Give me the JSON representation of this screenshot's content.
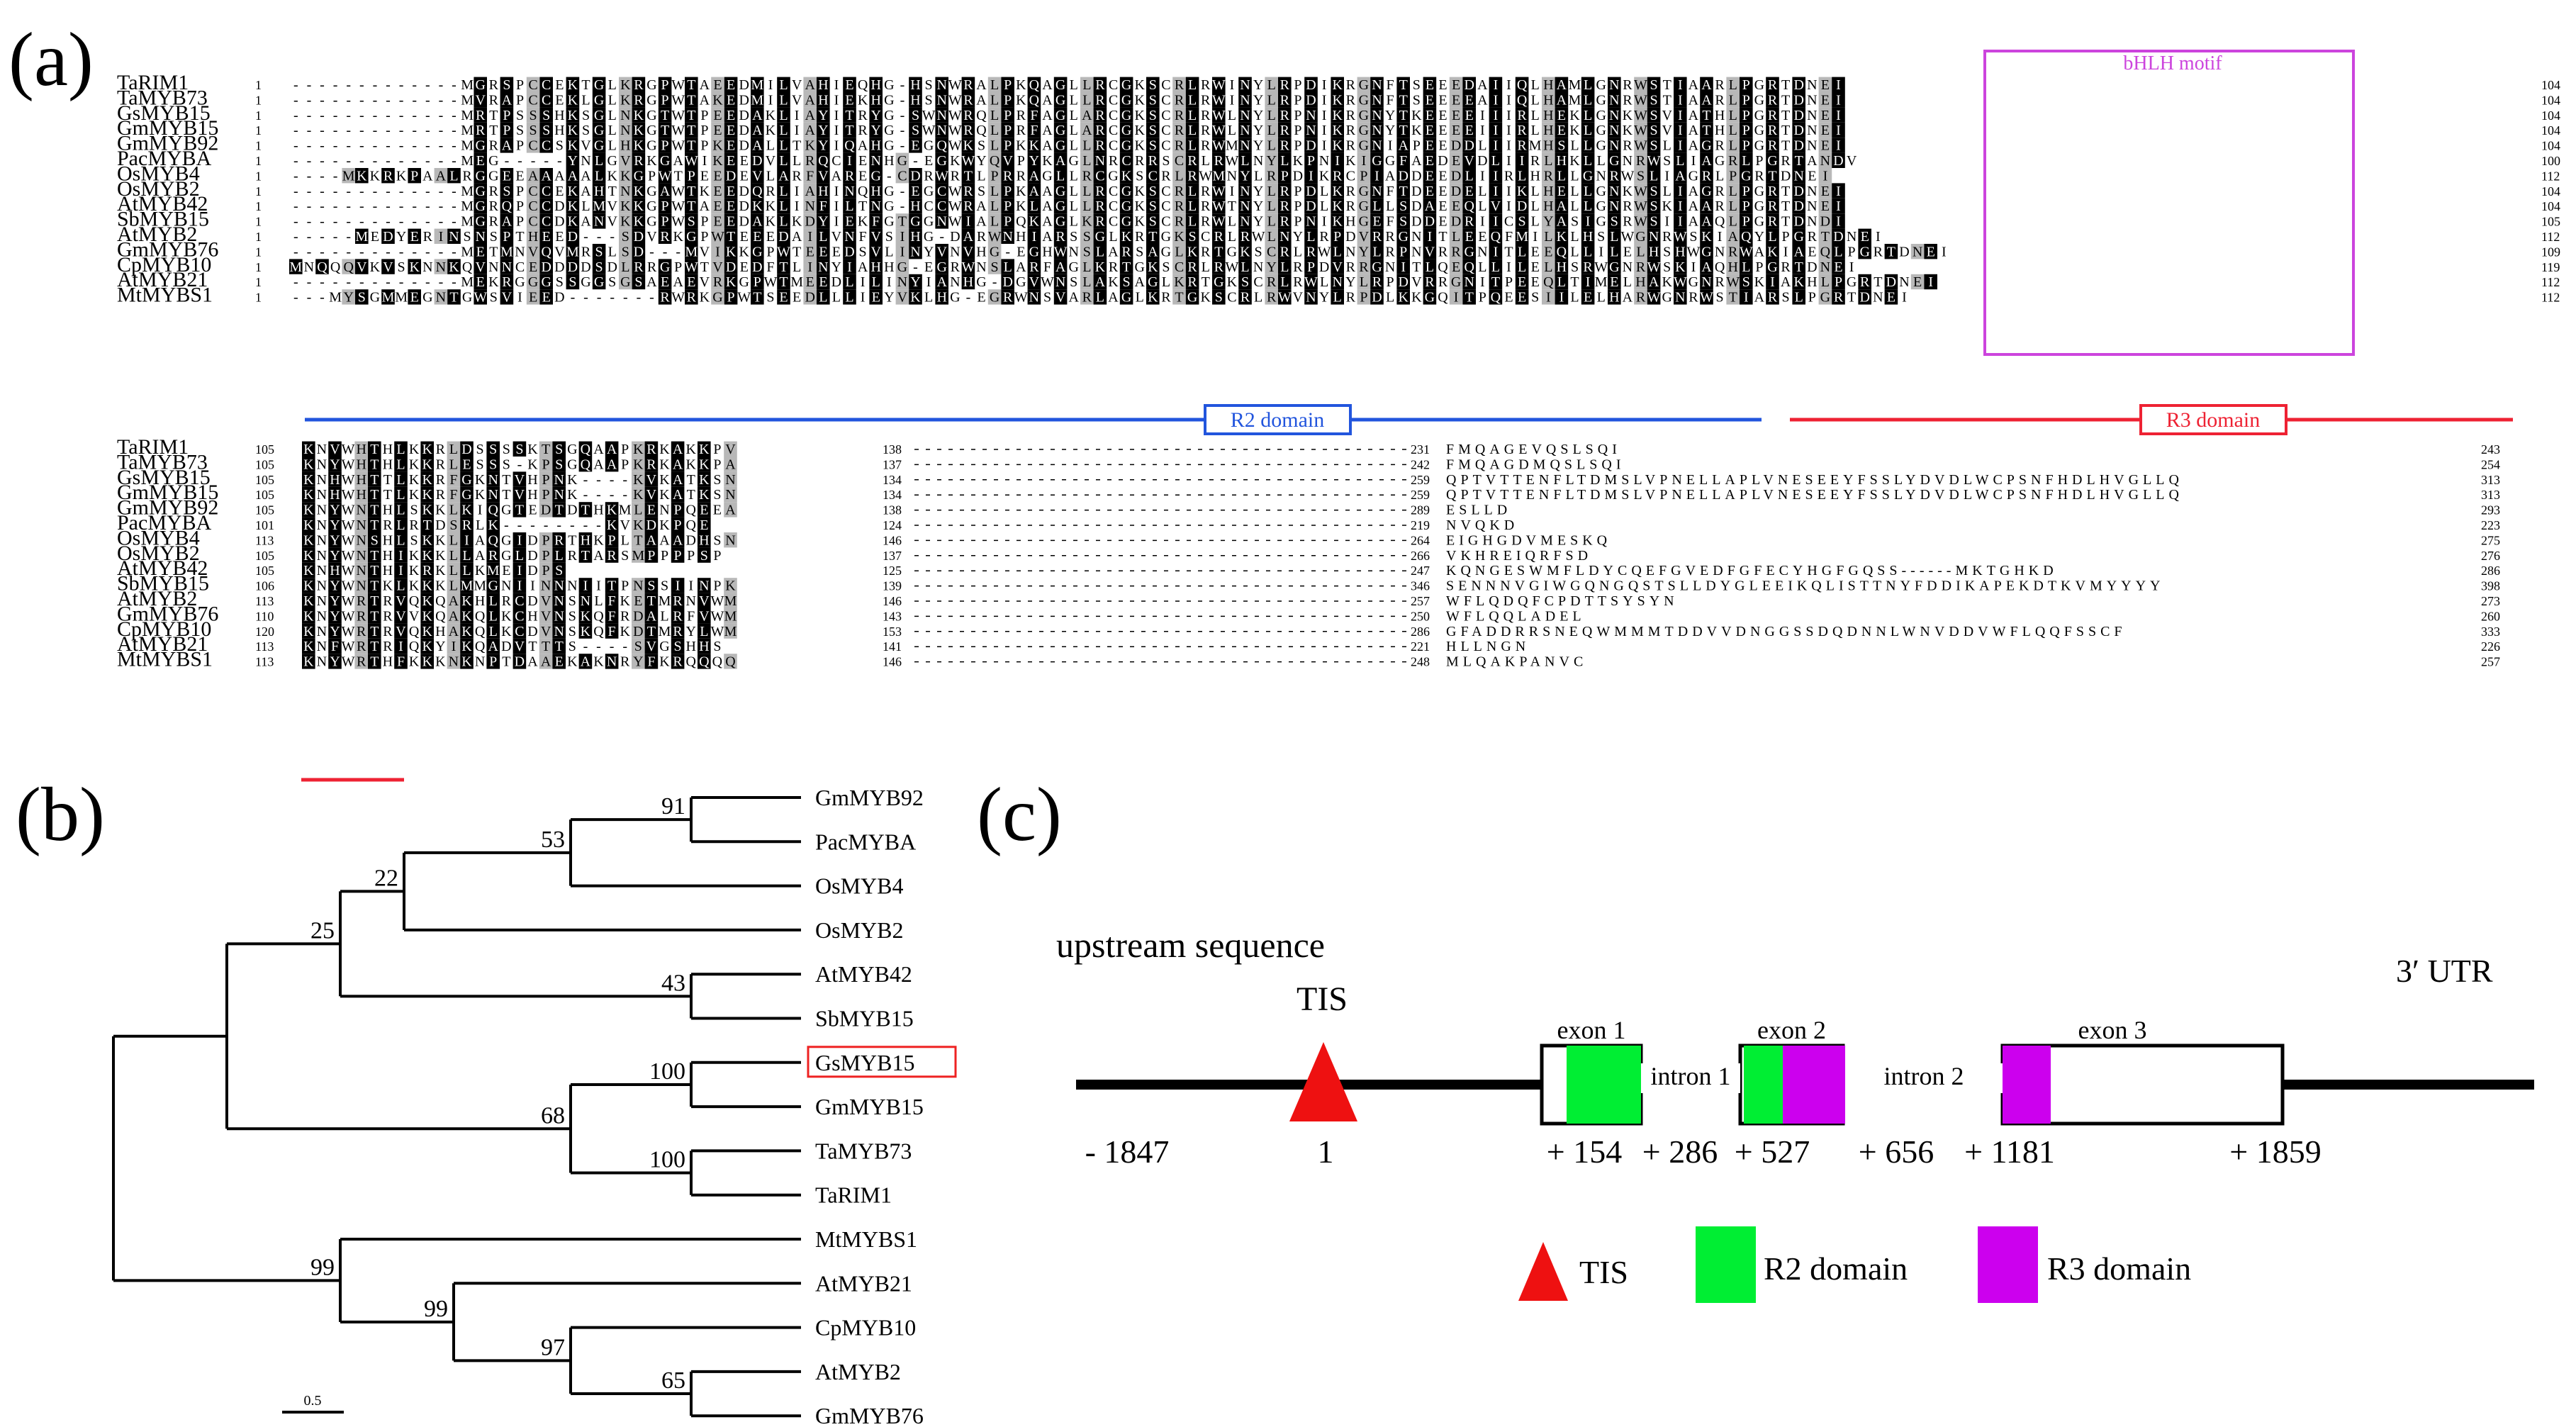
{
  "figure": {
    "panel_labels": [
      "(a)",
      "(b)",
      "(c)"
    ]
  },
  "alignment": {
    "block1": {
      "names": [
        "TaRIM1",
        "TaMYB73",
        "GsMYB15",
        "GmMYB15",
        "GmMYB92",
        "PacMYBA",
        "OsMYB4",
        "OsMYB2",
        "AtMYB42",
        "SbMYB15",
        "AtMYB2",
        "GmMYB76",
        "CpMYB10",
        "AtMYB21",
        "MtMYBS1"
      ],
      "starts": [
        "1",
        "1",
        "1",
        "1",
        "1",
        "1",
        "1",
        "1",
        "1",
        "1",
        "1",
        "1",
        "1",
        "1",
        "1"
      ],
      "ends": [
        "104",
        "104",
        "104",
        "104",
        "104",
        "100",
        "112",
        "104",
        "104",
        "105",
        "112",
        "109",
        "119",
        "112",
        "112"
      ],
      "sequences": [
        "-------------MGRSPCCEKTGLKRGPWTAEEDMILVAHIEQHG-HSNWRALPKQAGLLRCGKSCRLRWINYLRPDIKRGNFTSEEEDAIIQLHAMLGNRWSTIAARLPGRTDNEI",
        "-------------MVRAPCCEKLGLKRGPWTAKEDMILVAHIEKHG-HSNWRALPKQAGLLRCGKSCRLRWINYLRPDIKRGNFTSEEEEAIIQLHAMLGNRWSTIAARLPGRTDNEI",
        "-------------MRTPSSSHKSGLNKGTWTPEEDAKLIAYITRYG-SWNWRQLPRFAGLARCGKSCRLRWLNYLRPNIKRGNYTKEEEEIIIRLHEKLGNKWSVIATHLPGRTDNEI",
        "-------------MRTPSSSHKSGLNKGTWTPEEDAKLIAYITRYG-SWNWRQLPRFAGLARCGKSCRLRWLNYLRPNIKRGNYTKEEEEIIIRLHEKLGNKWSVIATHLPGRTDNEI",
        "-------------MGRAPCCSKVGLHKGPWTPKEDALLTKYIQAHG-EGQWKSLPKKAGLLRCGKSCRLRWMNYLRPDIKRGNIAPEEDDLIIRMHSLLGNRWSLIAGRLPGRTDNEI",
        "-------------MEG-----YNLGVRKGAWIKEEDVLLRQCIENHG-EGKWYQVPYKAGLNRCRRSCRLRWLNYLKPNIKIGGFAEDEVDLIIRLHKLLGNRWSLIAGRLPGRTANDV",
        "----MKKRKPAALRGGEEAAAAALKKGPWTPEEDEVLARFVAREG-CDRWRTLPRRAGLLRCGKSCRLRWMNYLRPDIKRCPIADDEEDLIIRLHRLLGNRWSLIAGRLPGRTDNEI",
        "-------------MGRSPCCEKAHTNKGAWTKEEDQRLIAHINQHG-EGCWRSLPKAAGLLRCGKSCRLRWINYLRPDLKRGNFTDEEDELIIKLHELLGNKWSLIAGRLPGRTDNEI",
        "-------------MGRQPCCDKLMVKKGPWTAEEDKKLINFILTNG-HCCWRALPKLAGLLRCGKSCRLRWTNYLRPDLKRGLLSDAEEQLVIDLHALLGNRWSKIAARLPGRTDNEI",
        "-------------MGRAPCCDKANVKKGPWSPEEDAKLKDYIEKFGTGGNWIALPQKAGLKRCGKSCRLRWLNYLRPNIKHGEFSDDEDRIICSLYASIGSRWSIIAAQLPGRTDNDI",
        "-----MEDYERINSNSPTHEED---SDVRKGPWTEEEDAILVNFVSIHG-DARWNHIARSSGLKRTGKSCRLRWLNYLRPDVRRGNITLEEQFMILKLHSLWGNRWSKIAQYLPGRTDNEI",
        "-------------METMNVQVMRSLSD---MVIKKGPWTEEEDSVLINYVNVHG-EGHWNSLARSAGLKRTGKSCRLRWLNYLRPNVRRGNITLEEQLLILELHSHWGNRWAKIAEQLPGRTDNEI",
        "MNQQQVKVSKNNKQVNNCEDDDDSDLRRGPWTVDEDFTLINYIAHHG-EGRWNSLARFAGLKRTGKSCRLRWLNYLRPDVRRGNITLQEQLLILELHSRWGNRWSKIAQHLPGRTDNEI",
        "-------------MEKRGGGSSGGSGSAEAEVRKGPWTMEEDLILINYIANHG-DGVWNSLAKSAGLKRTGKSCRLRWLNYLRPDVRRGNITPEEQLTIMELHAKWGNRWSKIAKHLPGRTDNEI",
        "---MYSGMMEGNTGWSVIEED-------RWRKGPWTSEEDLLLIEYVKLHG-EGRWNSVARLAGLKRTGKSCRLRWVNYLRPDLKKGQITPQEESIILELHARWGNRWSTIARSLPGRTDNEI"
      ],
      "motif_label": "bHLH motif",
      "domain_labels": [
        "R2 domain",
        "R3 domain"
      ]
    },
    "block2": {
      "names": [
        "TaRIM1",
        "TaMYB73",
        "GsMYB15",
        "GmMYB15",
        "GmMYB92",
        "PacMYBA",
        "OsMYB4",
        "OsMYB2",
        "AtMYB42",
        "SbMYB15",
        "AtMYB2",
        "GmMYB76",
        "CpMYB10",
        "AtMYB21",
        "MtMYBS1"
      ],
      "starts": [
        "105",
        "105",
        "105",
        "105",
        "105",
        "101",
        "113",
        "105",
        "105",
        "106",
        "113",
        "110",
        "120",
        "113",
        "113"
      ],
      "left_seqs": [
        "KNVWHTHLKKRLDSSSSKTSGQAAPKRKAKKPV",
        "KNYWHTHLKKRLESSS-KPSGQAAPKRKAKKPA",
        "KNHWHTTLKKRFGKNTVHPNK----KVKATKSN",
        "KNHWHTTLKKRFGKNTVHPNK----KVKATKSN",
        "KNYWNTHLSKKLKIQGTEDTDTHKMLENPQEEA",
        "KNYWNTRLRTDSRLK--------KVKDKPQE",
        "KNYWNSHLSKKLIAQGIDPRTHKPLTAAADHSN",
        "KNYWNTHIKKKLLARGLDPLRTARSMPPPPSP",
        "KNHWNTHIKRKLLKMEIDPS",
        "KNYWNTKLKKKLMMGNIINNNIITPNSSIINPK",
        "KNYWRTRVQKQAKHLRCDVNSNLFKETMRNVWM",
        "KNYWRTRVVKQAKQLKCHVNSKQFRDALRFVWM",
        "KNYWRTRVQKHAKQLKCDVNSKQFKDTMRYLWM",
        "KNFWRTRIQKYIKQADVTTTS----SVGSHHS",
        "KNYWRTHFKKKNKNPTDAAEKAKNRYFKRQQQQ"
      ],
      "mid_a": [
        "138",
        "137",
        "134",
        "134",
        "138",
        "124",
        "146",
        "137",
        "125",
        "139",
        "146",
        "143",
        "153",
        "141",
        "146"
      ],
      "mid_b": [
        "231",
        "242",
        "259",
        "259",
        "289",
        "219",
        "264",
        "266",
        "247",
        "346",
        "257",
        "250",
        "286",
        "221",
        "248"
      ],
      "right_seqs": [
        "FMQAGEVQSLSQI",
        "FMQAGDMQSLSQI",
        "QPTVTTENFLTDMSLVPNELLAPLVNESEEYFSSLYDVDLWCPSNFHDLHVGLLQ",
        "QPTVTTENFLTDMSLVPNELLAPLVNESEEYFSSLYDVDLWCPSNFHDLHVGLLQ",
        "ESLLD",
        "NVQKD",
        "EIGHGDVMESKQ",
        "VKHREIQRFSD",
        "KQNGESWMFLDYCQEFGVEDFGFECYHGFGQSS------MKTGHKD",
        "SENNNVGIWGQNGQSTSLLDYGLEEIKQLISTTNYFDDIKAPEKDTKVMYYYY",
        "WFLQDQFCPDTTSYSYN",
        "WFLQQLADEL",
        "GFADDRRSNEQWMMMTDDVVDNGGSSDQDNNLWNVDDVWFLQQFSSCF",
        "HLLNGN",
        "MLQAKPANVC"
      ],
      "ends": [
        "243",
        "254",
        "313",
        "313",
        "293",
        "223",
        "275",
        "276",
        "286",
        "398",
        "273",
        "260",
        "333",
        "226",
        "257"
      ]
    }
  },
  "tree": {
    "leaves": [
      "GmMYB92",
      "PacMYBA",
      "OsMYB4",
      "OsMYB2",
      "AtMYB42",
      "SbMYB15",
      "GsMYB15",
      "GmMYB15",
      "TaMYB73",
      "TaRIM1",
      "MtMYBS1",
      "AtMYB21",
      "CpMYB10",
      "AtMYB2",
      "GmMYB76"
    ],
    "highlighted": "GsMYB15",
    "bootstrap": [
      "91",
      "53",
      "22",
      "25",
      "43",
      "100",
      "68",
      "100",
      "99",
      "99",
      "97",
      "65"
    ],
    "scale_label": "0.5"
  },
  "gene": {
    "upstream_label": "upstream sequence",
    "utr_label": "3′ UTR",
    "tis_label": "TIS",
    "exon_labels": [
      "exon 1",
      "exon 2",
      "exon 3"
    ],
    "intron_labels": [
      "intron 1",
      "intron 2"
    ],
    "coordinates": [
      "- 1847",
      "1",
      "+ 154",
      "+ 286",
      "+ 527",
      "+ 656",
      "+ 1181",
      "+ 1859"
    ],
    "legend": [
      "TIS",
      "R2 domain",
      "R3 domain"
    ],
    "colors": {
      "tis": "#ee1111",
      "r2": "#00ee33",
      "r3": "#cc00ee"
    }
  },
  "colors": {
    "conserved": "#000000",
    "similar": "#b8b8b8",
    "r2_line": "#2255dd",
    "r3_line": "#ee2233",
    "motif": "#cc44dd",
    "highlight_box": "#ee2222"
  }
}
